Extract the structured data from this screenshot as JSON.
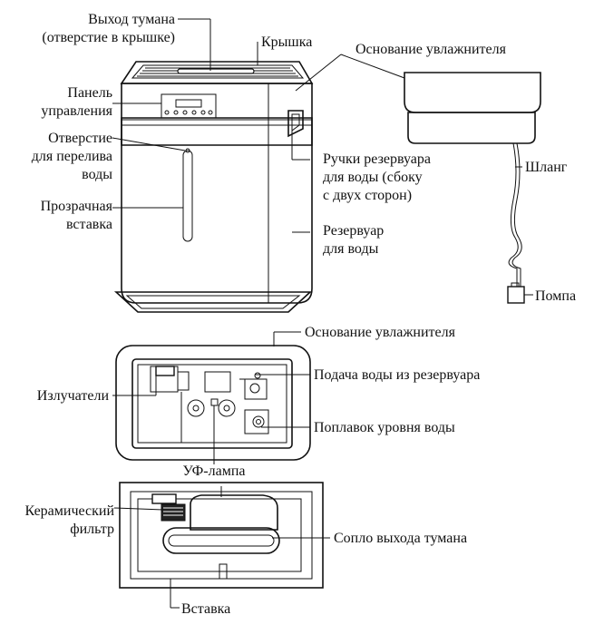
{
  "labels": {
    "mist_outlet_line1": "Выход тумана",
    "mist_outlet_line2": "(отверстие в крышке)",
    "lid": "Крышка",
    "base_top": "Основание увлажнителя",
    "control_panel_line1": "Панель",
    "control_panel_line2": "управления",
    "overflow_line1": "Отверстие",
    "overflow_line2": "для перелива",
    "overflow_line3": "воды",
    "handles_line1": "Ручки резервуара",
    "handles_line2": "для воды (сбоку",
    "handles_line3": "с двух сторон)",
    "hose": "Шланг",
    "transparent_line1": "Прозрачная",
    "transparent_line2": "вставка",
    "tank_line1": "Резервуар",
    "tank_line2": "для воды",
    "pump": "Помпа",
    "base_mid": "Основание увлажнителя",
    "water_supply": "Подача воды из резервуара",
    "emitters": "Излучатели",
    "float": "Поплавок уровня воды",
    "uv_lamp": "УФ-лампа",
    "ceramic_line1": "Керамический",
    "ceramic_line2": "фильтр",
    "mist_nozzle": "Сопло выхода тумана",
    "insert": "Вставка"
  }
}
